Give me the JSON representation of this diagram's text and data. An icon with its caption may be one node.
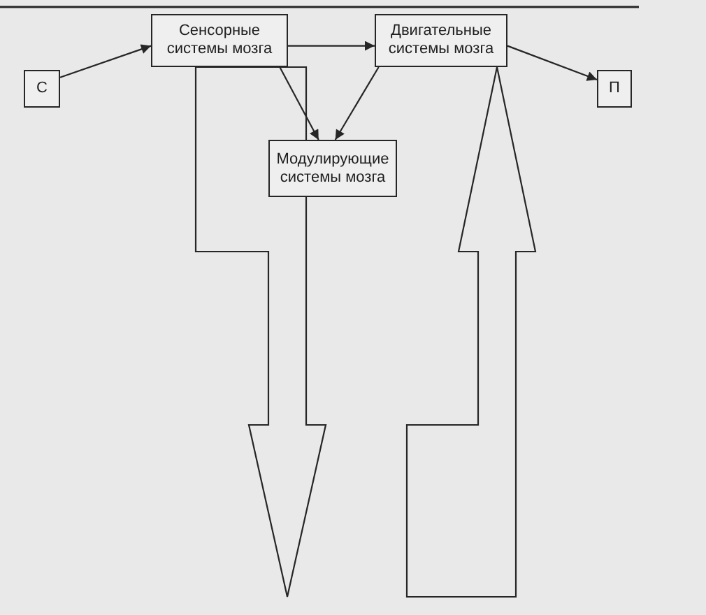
{
  "diagram": {
    "nodes": [
      {
        "text": [
          "С"
        ]
      },
      {
        "text": [
          "Сенсорные системы мозга"
        ]
      },
      {
        "text": [
          "Двигательные системы мозга"
        ]
      },
      {
        "text": [
          "П"
        ]
      },
      {
        "text": [
          "Модулирующие системы мозга"
        ]
      }
    ],
    "edges": [
      {
        "from": 0,
        "to": 1,
        "arrow": "to"
      },
      {
        "from": 1,
        "to": 2,
        "arrow": "to"
      },
      {
        "from": 2,
        "to": 3,
        "arrow": "to"
      },
      {
        "from": 1,
        "to": 4,
        "arrow": "to"
      },
      {
        "from": 2,
        "to": 4,
        "arrow": "to"
      },
      {
        "from": 1,
        "to": null,
        "arrow": "to",
        "style": "thick"
      },
      {
        "from": null,
        "to": 2,
        "arrow": "to",
        "style": "thick"
      }
    ]
  }
}
